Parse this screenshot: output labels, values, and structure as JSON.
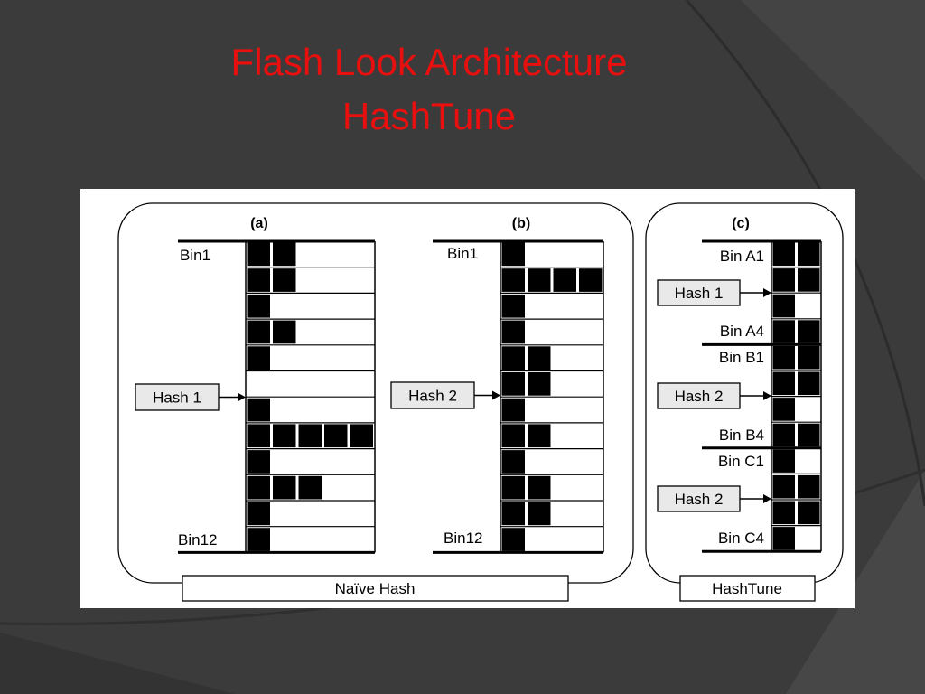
{
  "slide": {
    "title_line1": "Flash Look Architecture",
    "title_line2": "HashTune",
    "title_color": "#e8100f",
    "background_color": "#3b3b3b"
  },
  "figure": {
    "groups": [
      {
        "id": "naive",
        "label": "Naïve Hash"
      },
      {
        "id": "hashtune",
        "label": "HashTune"
      }
    ],
    "panels": [
      {
        "id": "a",
        "label": "(a)",
        "row_fill": [
          2,
          2,
          1,
          2,
          1,
          0,
          1,
          5,
          1,
          3,
          1,
          1
        ],
        "bin_labels": {
          "first": "Bin1",
          "last": "Bin12"
        },
        "hash": {
          "label": "Hash 1"
        }
      },
      {
        "id": "b",
        "label": "(b)",
        "row_fill": [
          1,
          4,
          1,
          1,
          2,
          2,
          1,
          2,
          1,
          2,
          2,
          1
        ],
        "bin_labels": {
          "first": "Bin1",
          "last": "Bin12"
        },
        "hash": {
          "label": "Hash 2"
        }
      },
      {
        "id": "c",
        "label": "(c)",
        "row_fill": [
          2,
          2,
          1,
          2,
          2,
          2,
          1,
          2,
          1,
          2,
          2,
          1
        ],
        "bin_labels": [
          "Bin A1",
          "Bin A4",
          "Bin B1",
          "Bin B4",
          "Bin C1",
          "Bin C4"
        ],
        "hashes": [
          {
            "label": "Hash 1"
          },
          {
            "label": "Hash 2"
          },
          {
            "label": "Hash 2"
          }
        ]
      }
    ]
  }
}
